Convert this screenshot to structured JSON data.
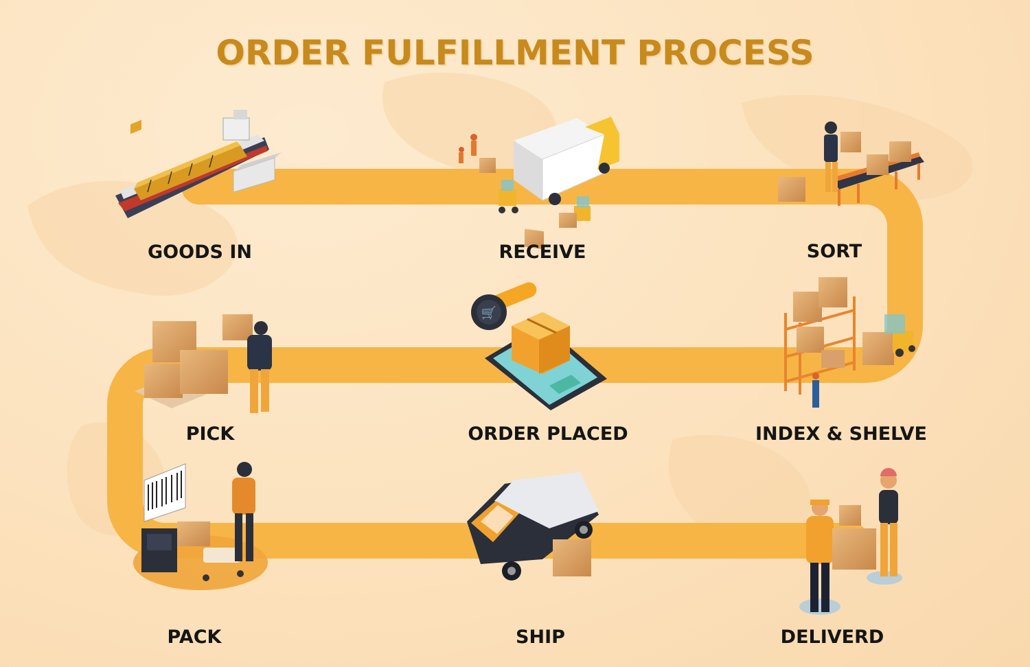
{
  "title": "ORDER FULFILLMENT PROCESS",
  "colors": {
    "background": "#fce2bd",
    "path": "#f7b546",
    "title": "#c88a1c",
    "label": "#151515",
    "accent": "#f2a12e",
    "dark": "#2b3040"
  },
  "steps": [
    {
      "label": "GOODS IN",
      "icon": "cargo-ship-icon"
    },
    {
      "label": "RECEIVE",
      "icon": "delivery-truck-icon"
    },
    {
      "label": "SORT",
      "icon": "conveyor-sorting-icon"
    },
    {
      "label": "INDEX & SHELVE",
      "icon": "warehouse-shelf-icon"
    },
    {
      "label": "ORDER PLACED",
      "icon": "phone-order-icon"
    },
    {
      "label": "PICK",
      "icon": "worker-picking-box-icon"
    },
    {
      "label": "PACK",
      "icon": "barcode-packing-icon"
    },
    {
      "label": "SHIP",
      "icon": "delivery-van-icon"
    },
    {
      "label": "DELIVERD",
      "icon": "handover-parcel-icon"
    }
  ]
}
